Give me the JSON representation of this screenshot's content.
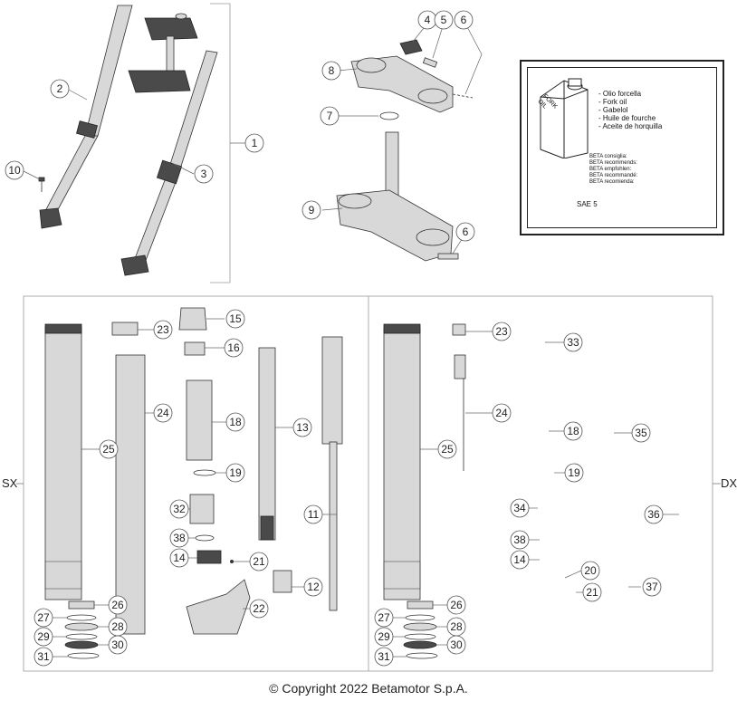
{
  "diagram": {
    "side_left": "SX",
    "side_right": "DX",
    "copyright": "© Copyright 2022 Betamotor S.p.A."
  },
  "callouts": [
    "1",
    "2",
    "3",
    "4",
    "5",
    "6",
    "6",
    "7",
    "8",
    "9",
    "10",
    "11",
    "12",
    "13",
    "14",
    "15",
    "16",
    "18",
    "19",
    "21",
    "22",
    "23",
    "24",
    "25",
    "26",
    "27",
    "28",
    "29",
    "30",
    "31",
    "32",
    "38",
    "23",
    "33",
    "24",
    "18",
    "35",
    "25",
    "19",
    "34",
    "36",
    "38",
    "14",
    "20",
    "21",
    "37",
    "26",
    "27",
    "28",
    "29",
    "30",
    "31"
  ],
  "oil_info": {
    "can_label": "FORK\nOIL",
    "names": [
      "- Olio forcella",
      "- Fork oil",
      "- Gabelol",
      "- Huile de fourche",
      "- Aceite de horquilla"
    ],
    "recommends": [
      "BETA consiglia:",
      "BETA recommends:",
      "BETA empfohlen:",
      "BETA recommandé:",
      "BETA recomienda:"
    ],
    "grade": "SAE 5"
  }
}
